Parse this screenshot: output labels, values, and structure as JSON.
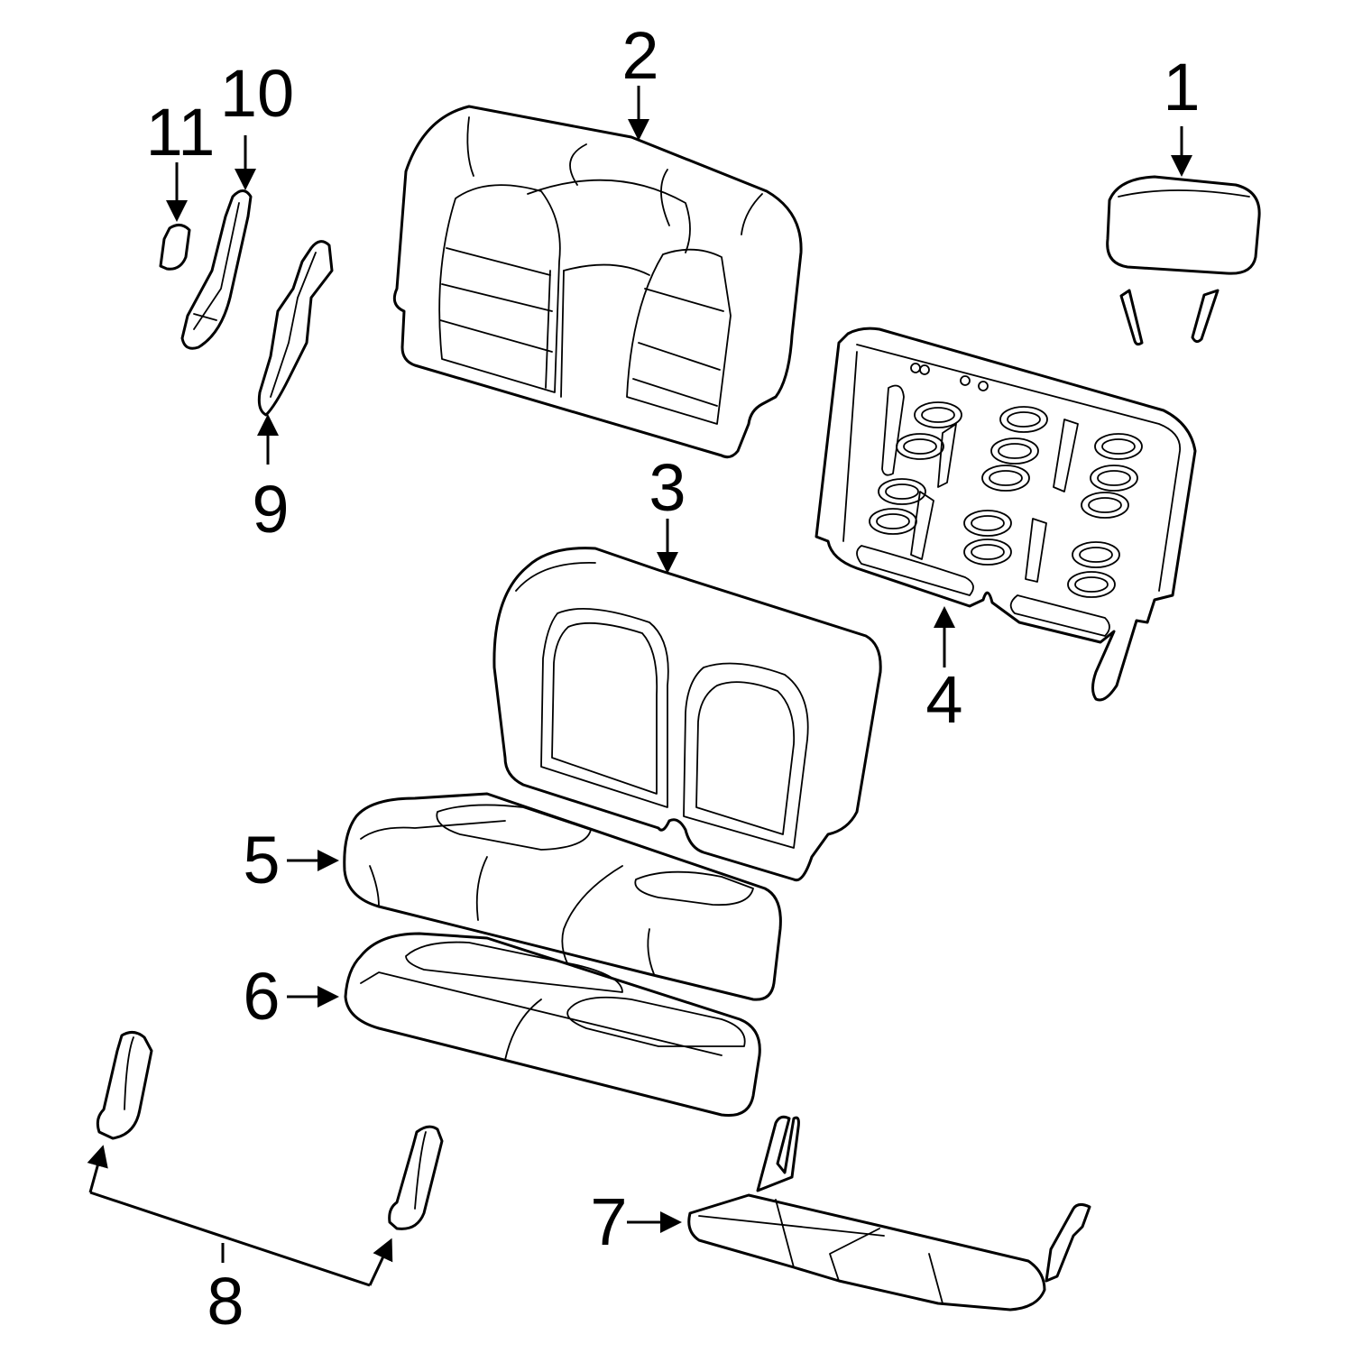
{
  "callouts": {
    "c1": "1",
    "c2": "2",
    "c3": "3",
    "c4": "4",
    "c5": "5",
    "c6": "6",
    "c7": "7",
    "c8": "8",
    "c9": "9",
    "c10": "10",
    "c11": "11"
  },
  "colors": {
    "line": "#000000",
    "background": "#ffffff"
  }
}
